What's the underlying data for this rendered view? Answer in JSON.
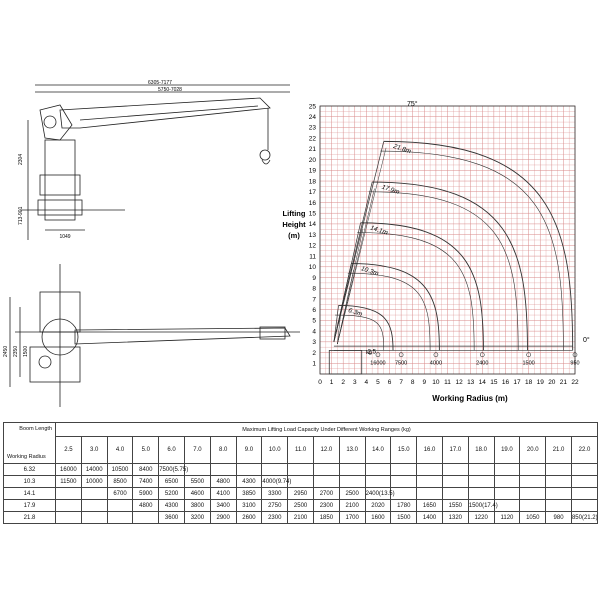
{
  "side_view": {
    "dims": [
      "6305-7177",
      "5750-7028",
      "2304",
      "713-901",
      "1049"
    ]
  },
  "top_view": {
    "dims": [
      "2450",
      "2350",
      "1500"
    ]
  },
  "chart_data": {
    "type": "line",
    "xlabel": "Working Radius (m)",
    "ylabel": "Lifting Height (m)",
    "x_ticks": [
      0,
      1,
      2,
      3,
      4,
      5,
      6,
      7,
      8,
      9,
      10,
      11,
      12,
      13,
      14,
      15,
      16,
      17,
      18,
      19,
      20,
      21,
      22
    ],
    "y_ticks": [
      1,
      2,
      3,
      4,
      5,
      6,
      7,
      8,
      9,
      10,
      11,
      12,
      13,
      14,
      15,
      16,
      17,
      18,
      19,
      20,
      21,
      22,
      23,
      24,
      25
    ],
    "angle_labels": [
      "75°",
      "0°"
    ],
    "boom_labels": [
      "21.8m",
      "17.9m",
      "14.1m",
      "10.3m",
      "6.3m"
    ],
    "tip_loads": [
      {
        "x": 5,
        "label": "16000",
        "prefix": "2.5"
      },
      {
        "x": 7,
        "label": "7500"
      },
      {
        "x": 10,
        "label": "4000"
      },
      {
        "x": 14,
        "label": "2400"
      },
      {
        "x": 18,
        "label": "1500"
      },
      {
        "x": 22,
        "label": "950"
      }
    ],
    "kg_label": "kg",
    "arcs": [
      {
        "reach": 6.3,
        "tip": [
          1.6,
          6.4
        ]
      },
      {
        "reach": 10.3,
        "tip": [
          2.7,
          10.3
        ]
      },
      {
        "reach": 14.1,
        "tip": [
          3.5,
          14.1
        ]
      },
      {
        "reach": 17.9,
        "tip": [
          4.5,
          17.9
        ]
      },
      {
        "reach": 21.8,
        "tip": [
          5.5,
          21.7
        ]
      }
    ]
  },
  "table": {
    "title": "Maximum Lifting Load Capacity Under Different Working Ranges (kg)",
    "corner_top": "Boom Length",
    "corner_bottom": "Working Radius",
    "radii": [
      "2.5",
      "3.0",
      "4.0",
      "5.0",
      "6.0",
      "7.0",
      "8.0",
      "9.0",
      "10.0",
      "11.0",
      "12.0",
      "13.0",
      "14.0",
      "15.0",
      "16.0",
      "17.0",
      "18.0",
      "19.0",
      "20.0",
      "21.0",
      "22.0"
    ],
    "rows": [
      [
        "6.32",
        "16000",
        "14000",
        "10500",
        "8400",
        "7500(5.75)",
        "",
        "",
        "",
        "",
        "",
        "",
        "",
        "",
        "",
        "",
        "",
        "",
        "",
        "",
        "",
        ""
      ],
      [
        "10.3",
        "11500",
        "10000",
        "8500",
        "7400",
        "6500",
        "5500",
        "4800",
        "4300",
        "4000(9.74)",
        "",
        "",
        "",
        "",
        "",
        "",
        "",
        "",
        "",
        "",
        "",
        ""
      ],
      [
        "14.1",
        "",
        "",
        "6700",
        "5900",
        "5200",
        "4600",
        "4100",
        "3850",
        "3300",
        "2950",
        "2700",
        "2500",
        "2400(13.5)",
        "",
        "",
        "",
        "",
        "",
        "",
        "",
        ""
      ],
      [
        "17.9",
        "",
        "",
        "",
        "4800",
        "4300",
        "3800",
        "3400",
        "3100",
        "2750",
        "2500",
        "2300",
        "2100",
        "2020",
        "1780",
        "1650",
        "1550",
        "1500(17.4)",
        "",
        "",
        "",
        ""
      ],
      [
        "21.8",
        "",
        "",
        "",
        "",
        "3600",
        "3200",
        "2900",
        "2600",
        "2300",
        "2100",
        "1850",
        "1700",
        "1600",
        "1500",
        "1400",
        "1320",
        "1220",
        "1120",
        "1050",
        "980",
        "850(21.2)"
      ]
    ]
  }
}
